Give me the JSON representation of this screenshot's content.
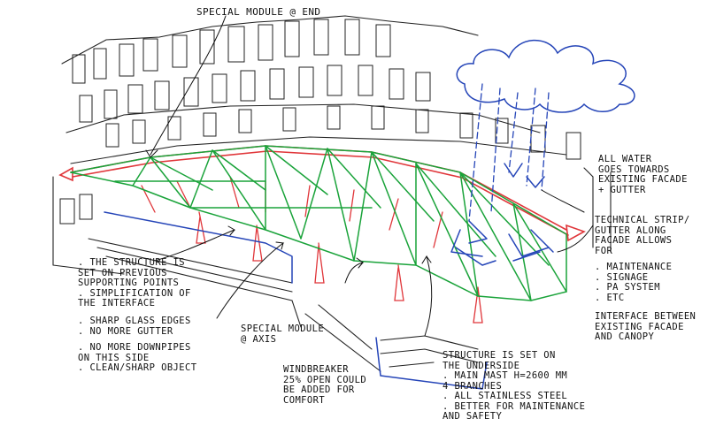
{
  "colors": {
    "ink": "#111111",
    "structure": "#1aa33a",
    "gutter": "#e0363a",
    "water": "#2545b8"
  },
  "annotations": {
    "special_module_top": "SPECIAL MODULE @ END",
    "water_note": [
      "ALL WATER",
      "GOES TOWARDS",
      "EXISTING FACADE",
      "+ GUTTER"
    ],
    "technical_strip": [
      "TECHNICAL STRIP/",
      "GUTTER ALONG",
      "FACADE ALLOWS",
      "FOR"
    ],
    "strip_items": [
      ". MAINTENANCE",
      ". SIGNAGE",
      ". PA SYSTEM",
      ". ETC"
    ],
    "interface_note": [
      "INTERFACE BETWEEN",
      "EXISTING FACADE",
      "AND CANOPY"
    ],
    "structure_left": [
      ". THE STRUCTURE IS",
      "SET ON PREVIOUS",
      "SUPPORTING POINTS",
      ". SIMPLIFICATION OF",
      "THE INTERFACE"
    ],
    "glass_note": [
      ". SHARP GLASS EDGES",
      ". NO MORE GUTTER"
    ],
    "downpipes_note": [
      ". NO MORE DOWNPIPES",
      "ON THIS SIDE",
      ". CLEAN/SHARP OBJECT"
    ],
    "special_module_axis": [
      "SPECIAL MODULE",
      "@ AXIS"
    ],
    "windbreaker": [
      "WINDBREAKER",
      "25% OPEN COULD",
      "BE ADDED FOR",
      "COMFORT"
    ],
    "structure_right": [
      "STRUCTURE IS SET ON",
      "THE UNDERSIDE",
      ". MAIN MAST H=2600 MM",
      "4 BRANCHES",
      ". ALL STAINLESS STEEL",
      ". BETTER FOR MAINTENANCE",
      "AND SAFETY"
    ]
  }
}
